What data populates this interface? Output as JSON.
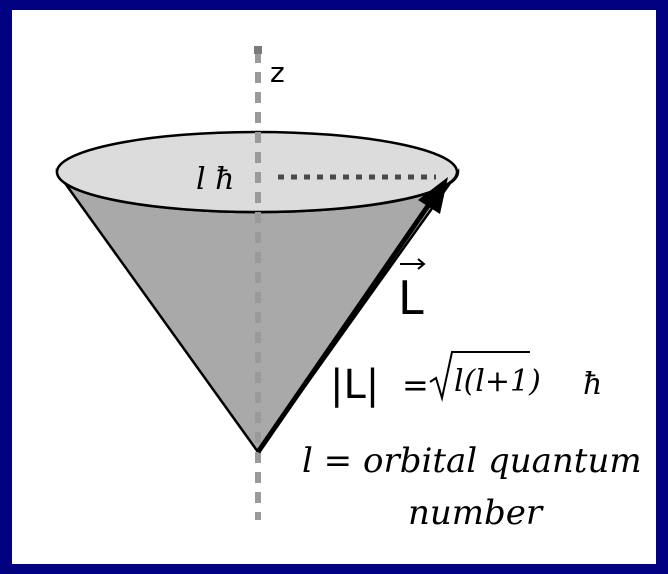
{
  "diagram": {
    "axis_label": "z",
    "top_label": "l ħ",
    "vector_label": "L",
    "magnitude": {
      "lhs": "|L|",
      "equals": "=",
      "radicand": "l(l+1)",
      "hbar": "ħ"
    },
    "definition_line1": "l = orbital quantum",
    "definition_line2": "number"
  },
  "colors": {
    "background": "#000080",
    "panel": "#ffffff",
    "cone_face": "#a9a9a9",
    "cone_top": "#dcdcdc",
    "axis": "#9a9a9a",
    "line": "#000000"
  }
}
